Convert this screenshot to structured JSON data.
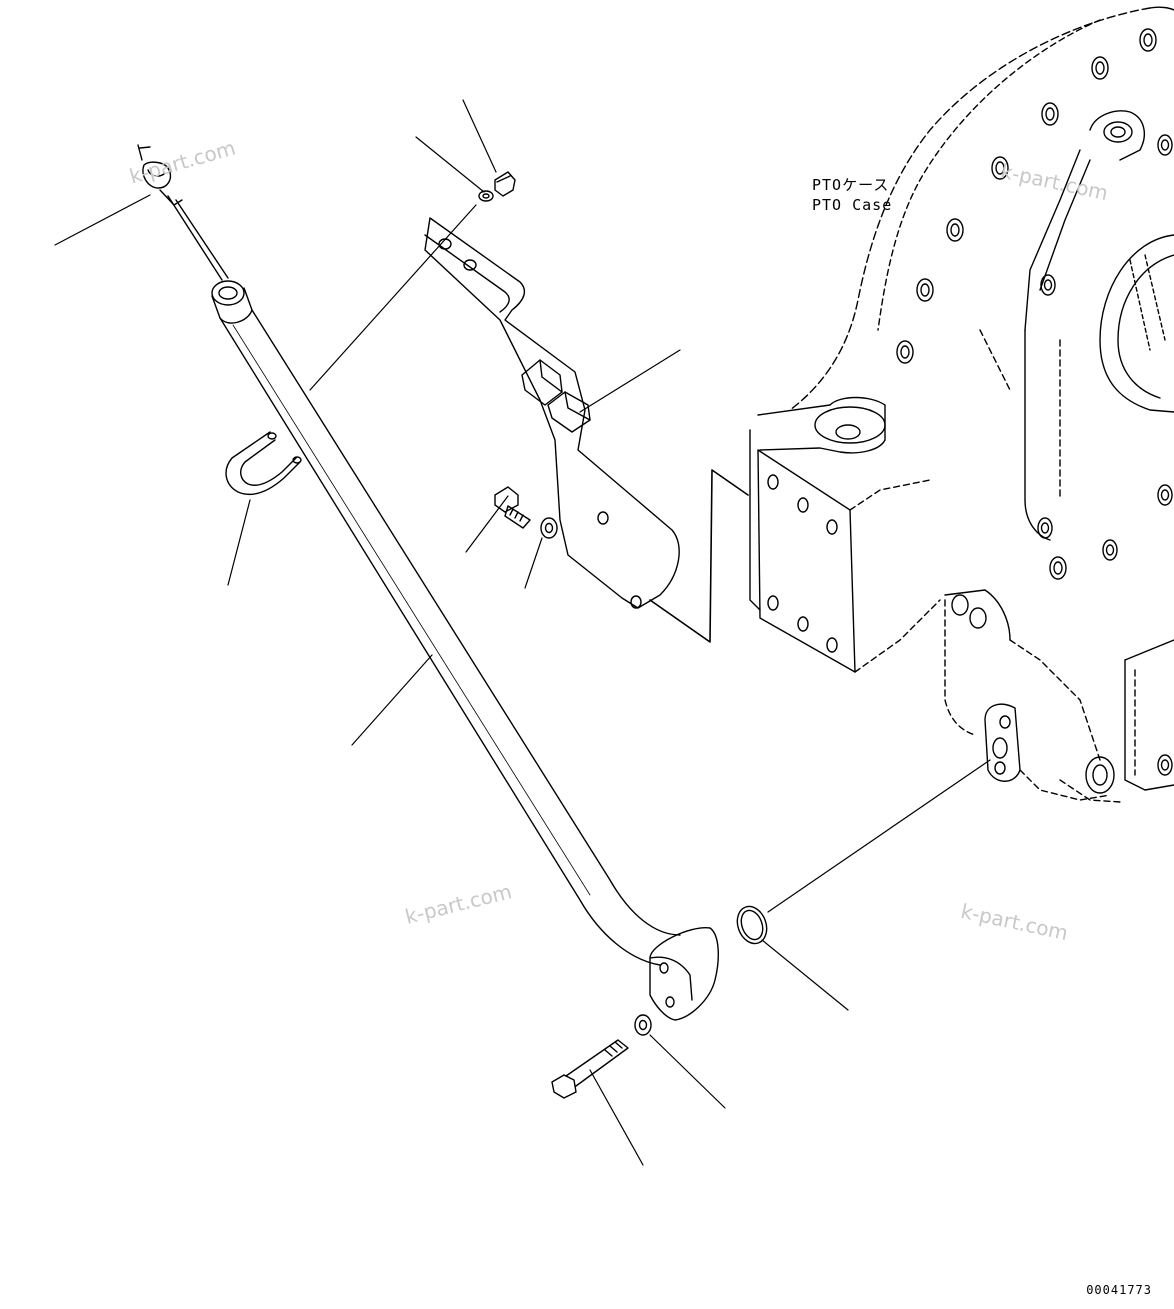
{
  "component": {
    "name_jp": "PTOケース",
    "name_en": "PTO Case"
  },
  "watermarks": [
    "k-part.com",
    "k-part.com",
    "k-part.com",
    "k-part.com"
  ],
  "drawing_number": "00041773",
  "colors": {
    "line": "#000000",
    "watermark": "#c8c8c8",
    "background": "#ffffff"
  }
}
